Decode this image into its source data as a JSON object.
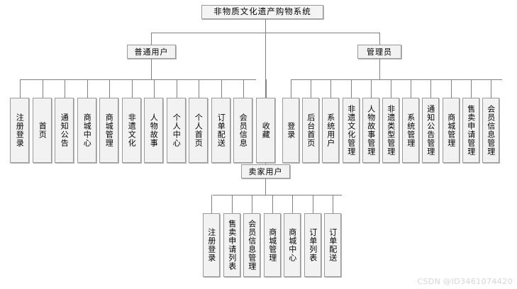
{
  "diagram": {
    "type": "organization-tree",
    "root": {
      "label": "非物质文化遗产购物系统"
    },
    "branches": [
      {
        "id": "normal-user",
        "label": "普通用户",
        "children": [
          {
            "label": "注册登录"
          },
          {
            "label": "首页"
          },
          {
            "label": "通知公告"
          },
          {
            "label": "商城中心"
          },
          {
            "label": "商城管理"
          },
          {
            "label": "非遗文化"
          },
          {
            "label": "人物故事"
          },
          {
            "label": "个人中心"
          },
          {
            "label": "个人首页"
          },
          {
            "label": "订单配送"
          },
          {
            "label": "会员信息"
          },
          {
            "label": "收藏"
          }
        ]
      },
      {
        "id": "administrator",
        "label": "管理员",
        "children": [
          {
            "label": "登录"
          },
          {
            "label": "后台首页"
          },
          {
            "label": "系统用户"
          },
          {
            "label": "非遗文化管理"
          },
          {
            "label": "人物故事管理"
          },
          {
            "label": "非遗类型管理"
          },
          {
            "label": "系统管理"
          },
          {
            "label": "通知公告管理"
          },
          {
            "label": "商城管理"
          },
          {
            "label": "售卖申请管理"
          },
          {
            "label": "会员信息管理"
          }
        ]
      },
      {
        "id": "seller-user",
        "label": "卖家用户",
        "children": [
          {
            "label": "注册登录"
          },
          {
            "label": "售卖申请列表"
          },
          {
            "label": "会员信息管理"
          },
          {
            "label": "商城管理"
          },
          {
            "label": "商城中心"
          },
          {
            "label": "订单列表"
          },
          {
            "label": "订单配送"
          }
        ]
      }
    ]
  },
  "watermark": {
    "text": "CSDN @ID3461074420"
  },
  "colors": {
    "node_fill": "#f2f2f2",
    "node_border": "#9a9a9a",
    "line": "#808080",
    "text": "#000000",
    "watermark": "#d5d5d5"
  }
}
